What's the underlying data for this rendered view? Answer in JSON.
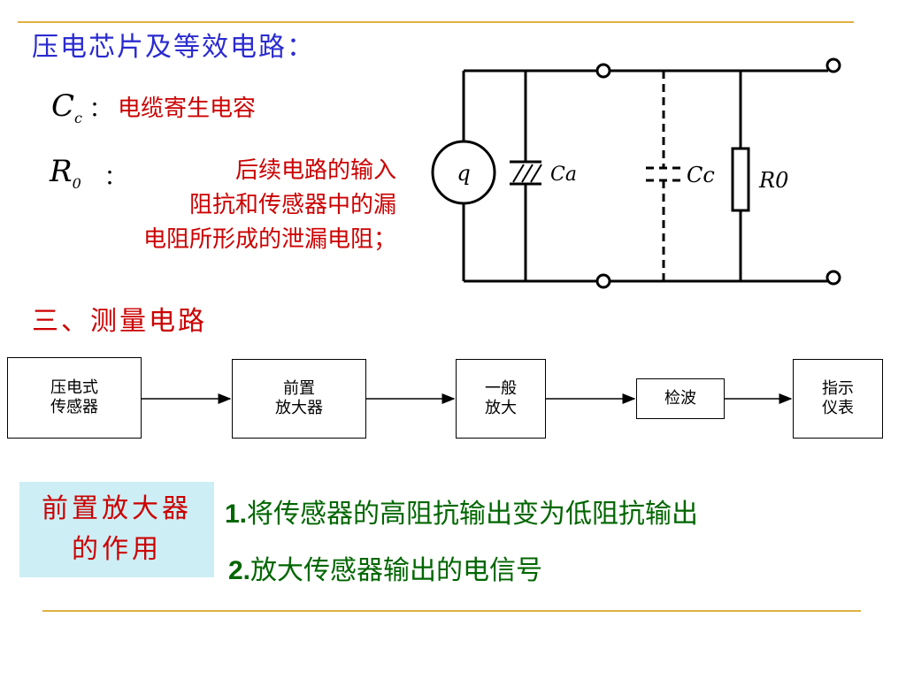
{
  "heading": "压电芯片及等效电路：",
  "defs": [
    {
      "symbol": "C",
      "sub": "c",
      "colon": "：",
      "text": "电缆寄生电容"
    },
    {
      "symbol": "R",
      "sub": "0",
      "colon": "：",
      "text": "后续电路的输入\n 阻抗和传感器中的漏\n电阻所形成的泄漏电阻；"
    }
  ],
  "circuit": {
    "source_label": "q",
    "ca": "Ca",
    "cc": "Cc",
    "r0": "R0"
  },
  "section_title": "三、测量电路",
  "blocks": [
    "压电式\n传感器",
    "前置\n放大器",
    "一般\n放大",
    "检波",
    "指示\n仪表"
  ],
  "purpose_label": "前置放大器\n的作用",
  "points": [
    {
      "num": "1.",
      "text": "将传感器的高阻抗输出变为低阻抗输出"
    },
    {
      "num": "2.",
      "text": "放大传感器输出的电信号"
    }
  ]
}
